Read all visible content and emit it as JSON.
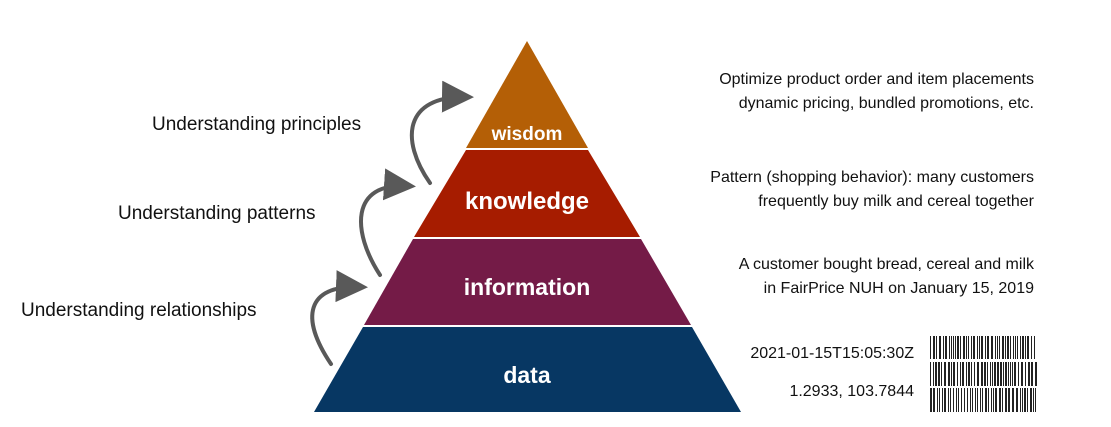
{
  "pyramid": {
    "levels": [
      {
        "label": "wisdom",
        "color": "#B45F06"
      },
      {
        "label": "knowledge",
        "color": "#A61C00"
      },
      {
        "label": "information",
        "color": "#741B47"
      },
      {
        "label": "data",
        "color": "#073763"
      }
    ]
  },
  "left_labels": {
    "principles": "Understanding principles",
    "patterns": "Understanding patterns",
    "relationships": "Understanding relationships"
  },
  "right_text": {
    "wisdom_line1": "Optimize product order and item placements",
    "wisdom_line2": "dynamic pricing, bundled promotions, etc.",
    "knowledge_line1": "Pattern (shopping behavior): many customers",
    "knowledge_line2": "frequently buy milk and cereal together",
    "information_line1": "A customer bought bread, cereal and milk",
    "information_line2": "in FairPrice NUH on January 15, 2019",
    "timestamp": "2021-01-15T15:05:30Z",
    "coordinates": "1.2933, 103.7844"
  },
  "colors": {
    "arrow": "#595959",
    "separator": "#ffffff",
    "barcode": "#222222"
  }
}
